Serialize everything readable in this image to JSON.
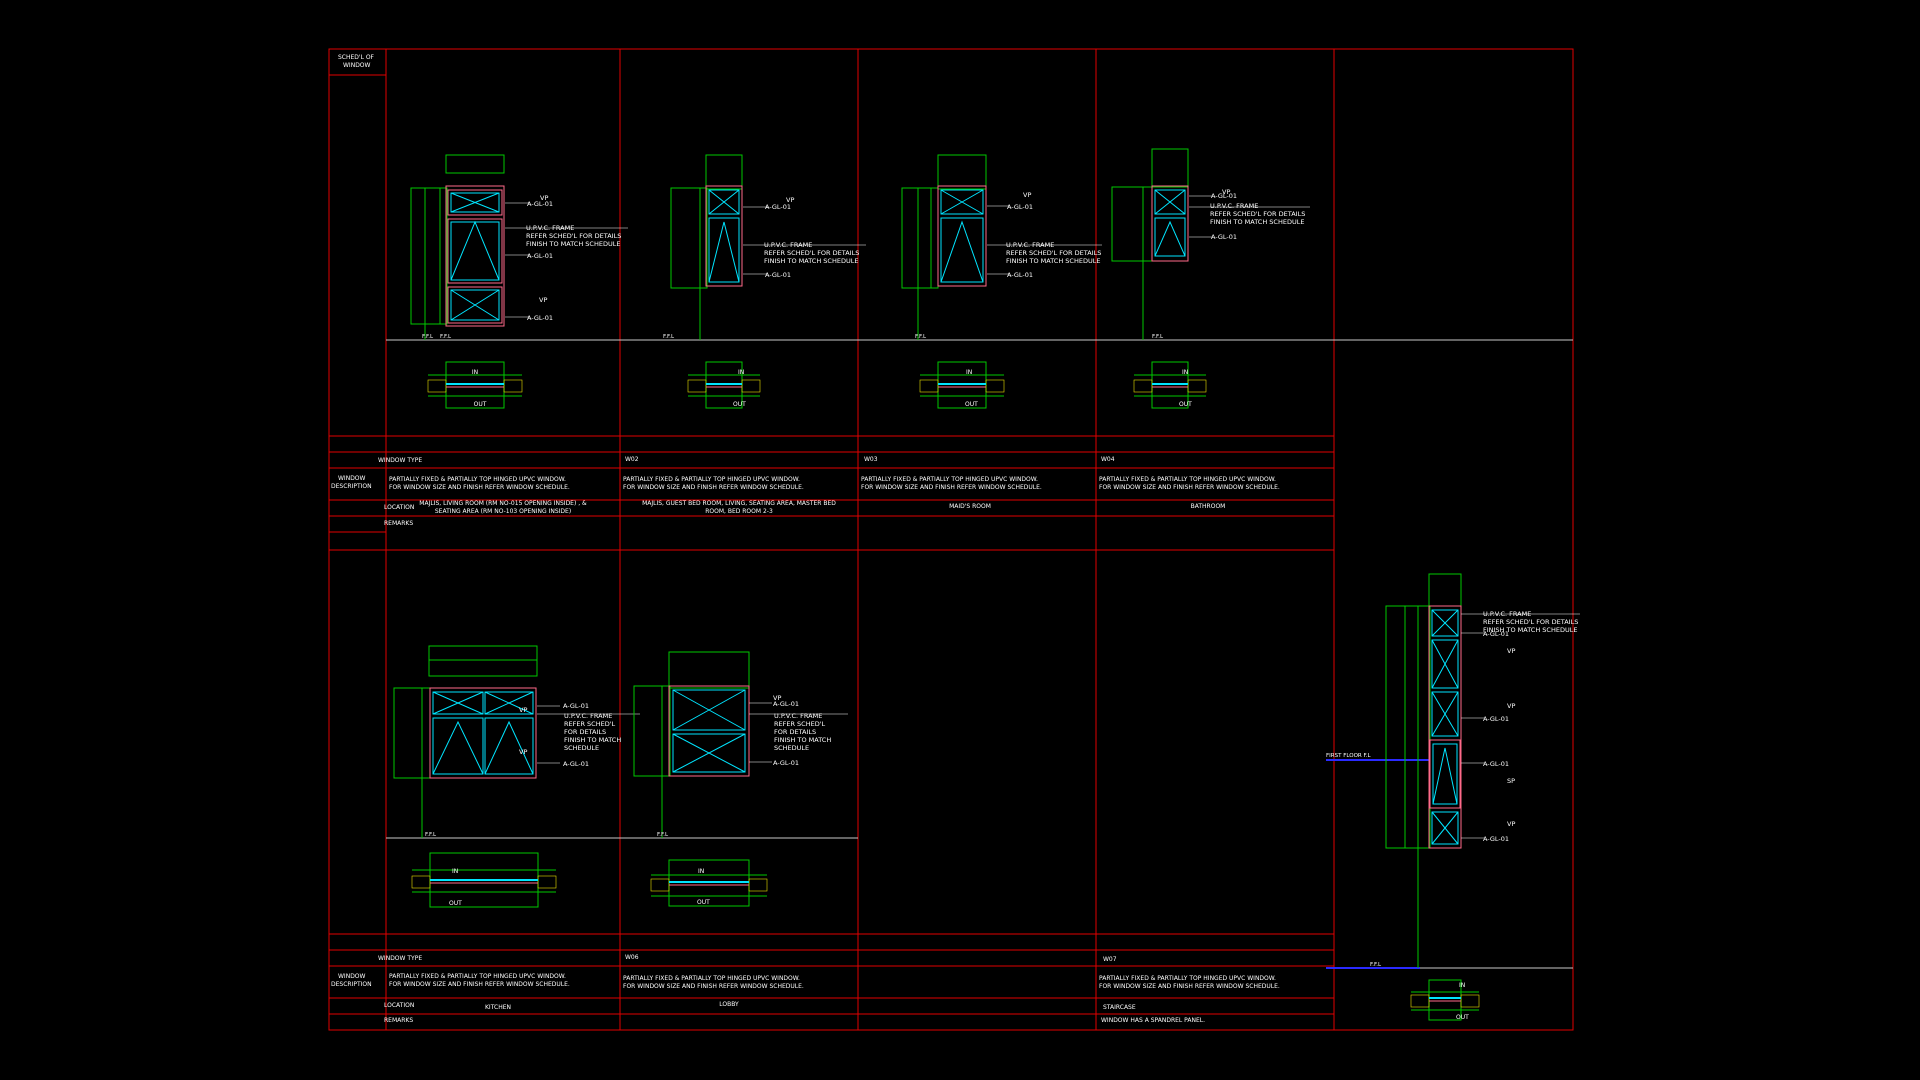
{
  "colors": {
    "background": "#000000",
    "grid_red": "#e00000",
    "wall_green": "#00c800",
    "glass_cyan": "#00e5ff",
    "frame_pink": "#ff6a8a",
    "text_white": "#ffffff",
    "floor_line": "#c8c8c8",
    "floor_blue": "#2a2aff"
  },
  "sheet": {
    "header_label_1": "SCHED'L OF",
    "header_label_2": "WINDOW",
    "row_labels": {
      "window_type": "WINDOW TYPE",
      "description_1": "WINDOW",
      "description_2": "DESCRIPTION",
      "location": "LOCATION",
      "remarks": "REMARKS"
    }
  },
  "callouts": {
    "glass": "A-GL-01",
    "frame_1": "U.P.V.C. FRAME",
    "frame_2": "REFER SCHED'L FOR DETAILS",
    "frame_3": "FINISH TO MATCH SCHEDULE",
    "vp": "VP",
    "sp": "SP",
    "ffl": "F.F.L",
    "in": "IN",
    "out": "OUT",
    "first_floor": "FIRST FLOOR F.L"
  },
  "top_row": [
    {
      "type": "",
      "desc_1": "PARTIALLY FIXED & PARTIALLY TOP HINGED UPVC WINDOW.",
      "desc_2": "FOR WINDOW SIZE AND FINISH REFER WINDOW SCHEDULE.",
      "loc_1": "MAJLIS, LIVING ROOM (RM NO-015 OPENING INSIDE) , &",
      "loc_2": "SEATING AREA (RM NO-103 OPENING INSIDE)",
      "remarks": ""
    },
    {
      "type": "W02",
      "desc_1": "PARTIALLY FIXED & PARTIALLY TOP HINGED UPVC WINDOW.",
      "desc_2": "FOR WINDOW SIZE AND FINISH REFER WINDOW SCHEDULE.",
      "loc_1": "MAJLIS, GUEST BED ROOM, LIVING, SEATING AREA, MASTER BED",
      "loc_2": "ROOM, BED ROOM 2-3",
      "remarks": ""
    },
    {
      "type": "W03",
      "desc_1": "PARTIALLY FIXED & PARTIALLY TOP HINGED UPVC WINDOW.",
      "desc_2": "FOR WINDOW SIZE AND FINISH REFER WINDOW SCHEDULE.",
      "loc_1": "MAID'S ROOM",
      "loc_2": "",
      "remarks": ""
    },
    {
      "type": "W04",
      "desc_1": "PARTIALLY FIXED & PARTIALLY TOP HINGED UPVC WINDOW.",
      "desc_2": "FOR WINDOW SIZE AND FINISH REFER WINDOW SCHEDULE.",
      "loc_1": "BATHROOM",
      "loc_2": "",
      "remarks": ""
    }
  ],
  "bottom_row": [
    {
      "type": "",
      "desc_1": "PARTIALLY FIXED & PARTIALLY TOP HINGED UPVC WINDOW.",
      "desc_2": "FOR WINDOW SIZE AND FINISH REFER WINDOW SCHEDULE.",
      "loc_1": "KITCHEN",
      "remarks": ""
    },
    {
      "type": "W06",
      "desc_1": "PARTIALLY FIXED & PARTIALLY TOP HINGED UPVC WINDOW.",
      "desc_2": "FOR WINDOW SIZE AND FINISH REFER WINDOW SCHEDULE.",
      "loc_1": "LOBBY",
      "remarks": ""
    },
    {
      "type": "",
      "desc_1": "",
      "desc_2": "",
      "loc_1": "",
      "remarks": ""
    },
    {
      "type": "W07",
      "desc_1": "PARTIALLY FIXED & PARTIALLY TOP HINGED UPVC WINDOW.",
      "desc_2": "FOR WINDOW SIZE AND FINISH REFER WINDOW SCHEDULE.",
      "loc_1": "STAIRCASE",
      "remarks": "WINDOW HAS A SPANDREL PANEL."
    }
  ]
}
